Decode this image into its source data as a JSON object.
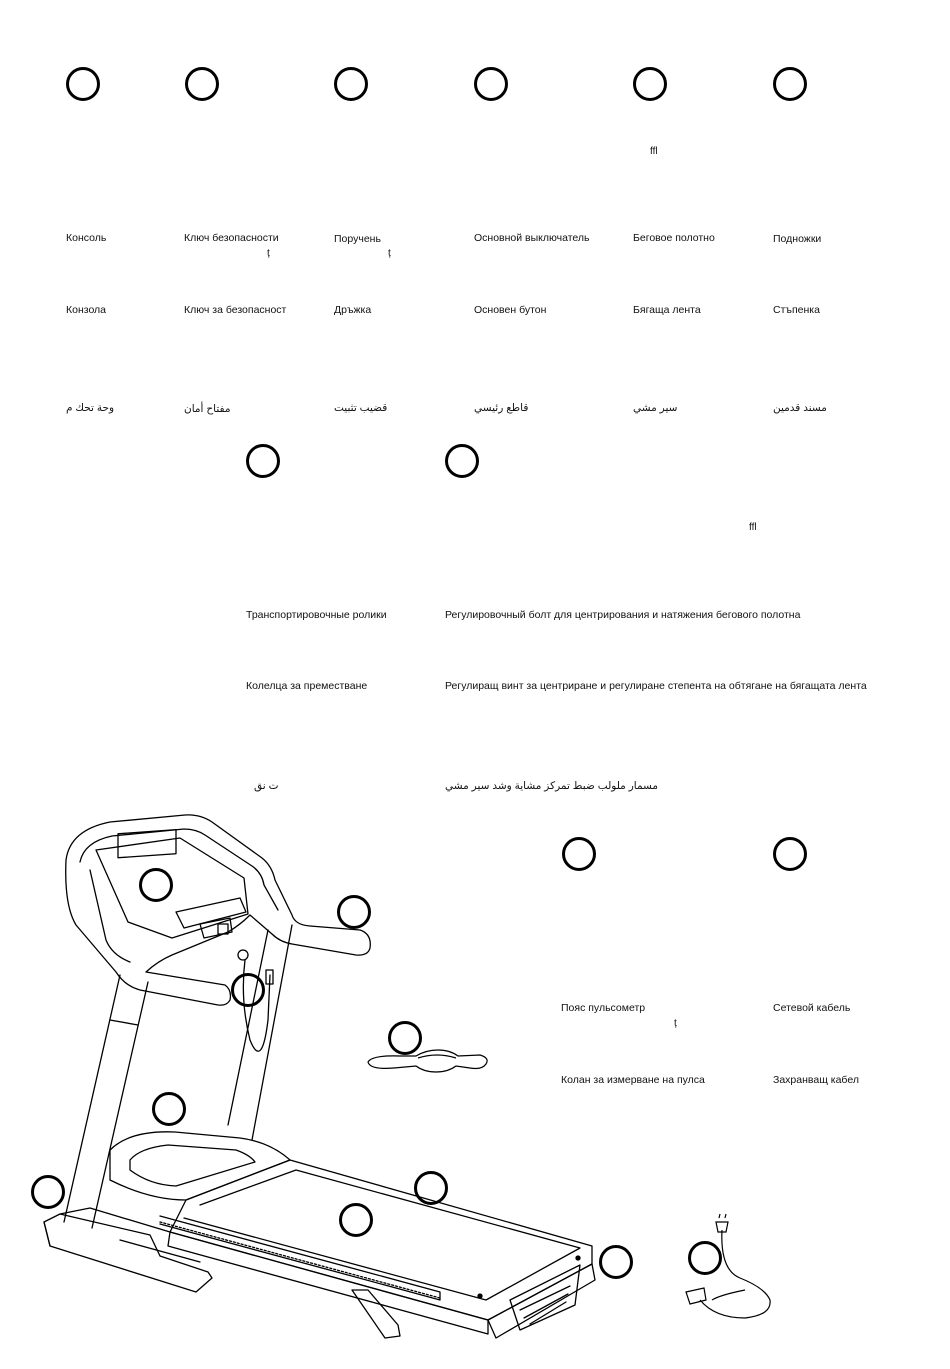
{
  "parts_top": [
    {
      "ru": "Консоль",
      "bg": "Конзола",
      "ar": "وحة تحك م"
    },
    {
      "ru": "Ключ безопасности",
      "bg": "Ключ за безопасност",
      "ar": "مفتاح أمان"
    },
    {
      "ru": "Поручень",
      "bg": "Дръжка",
      "ar": "قضيب تثبيت"
    },
    {
      "ru": "Основной выключатель",
      "bg": "Основен бутон",
      "ar": "قاطع رئيسي"
    },
    {
      "ru": "Беговое полотно",
      "bg": "Бягаща лента",
      "ar": "سير مشي"
    },
    {
      "ru": "Подножки",
      "bg": "Стъпенка",
      "ar": "مسند قدمين"
    }
  ],
  "parts_middle": [
    {
      "ru": "Транспортировочные ролики",
      "bg": "Колелца за преместване",
      "ar": "ت نق"
    },
    {
      "ru": "Регулировочный болт для центрирования и натяжения бегового полотна",
      "bg": "Регулиращ винт за центриране и регулиране степента на обтягане на бягащата лента",
      "ar": "مسمار ملولب ضبط تمركز مشاية وشد سير مشي"
    }
  ],
  "parts_bottom": [
    {
      "ru": "Пояс пульсометр",
      "bg": "Колан за измерване на пулса"
    },
    {
      "ru": "Сетевой кабель",
      "bg": "Захранващ кабел"
    }
  ],
  "marks": {
    "ligature": "ffl",
    "dot": "ț"
  }
}
